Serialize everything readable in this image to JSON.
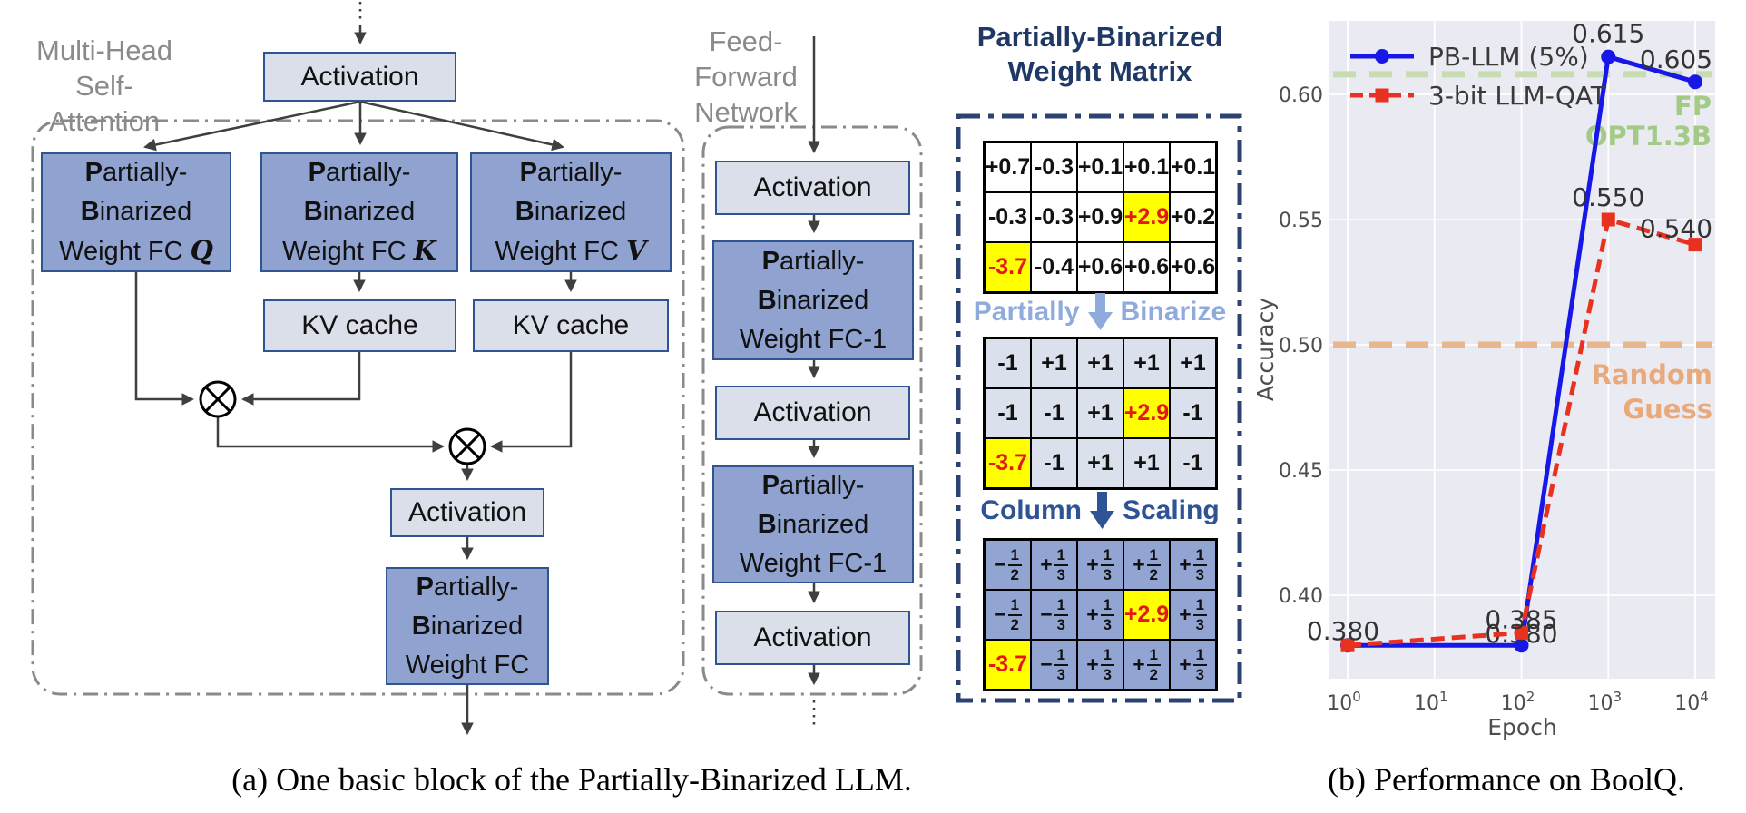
{
  "figure": {
    "caption_a": "(a) One basic block of the Partially-Binarized LLM.",
    "caption_b": "(b) Performance on BoolQ."
  },
  "attention": {
    "section_label": "Multi-Head\nSelf-Attention",
    "activation_top": "Activation",
    "fc_q": {
      "line1": "Partially-",
      "line2": "Binarized",
      "line3": "Weight FC",
      "suffix": "Q"
    },
    "fc_k": {
      "line1": "Partially-",
      "line2": "Binarized",
      "line3": "Weight FC",
      "suffix": "K"
    },
    "fc_v": {
      "line1": "Partially-",
      "line2": "Binarized",
      "line3": "Weight FC",
      "suffix": "V"
    },
    "kv_cache_k": "KV cache",
    "kv_cache_v": "KV cache",
    "activation_mid": "Activation",
    "fc_out": {
      "line1": "Partially-",
      "line2": "Binarized",
      "line3": "Weight FC",
      "suffix": ""
    }
  },
  "ffn": {
    "section_label": "Feed-\nForward\nNetwork",
    "activation1": "Activation",
    "fc1a": {
      "line1": "Partially-",
      "line2": "Binarized",
      "line3": "Weight FC-1"
    },
    "activation2": "Activation",
    "fc1b": {
      "line1": "Partially-",
      "line2": "Binarized",
      "line3": "Weight FC-1"
    },
    "activation3": "Activation"
  },
  "matrix_panel": {
    "title": "Partially-Binarized\nWeight Matrix",
    "step1_label": {
      "left": "Partially",
      "right": "Binarize"
    },
    "step2_label": {
      "left": "Column",
      "right": "Scaling"
    },
    "highlight_bg": "#ffff00",
    "highlight_text": "#e31818",
    "matrices": [
      {
        "id": "full-precision",
        "cell_bg": "#ffffff",
        "cells": [
          [
            "+0.7",
            "-0.3",
            "+0.1",
            "+0.1",
            "+0.1"
          ],
          [
            "-0.3",
            "-0.3",
            "+0.9",
            "+2.9",
            "+0.2"
          ],
          [
            "-3.7",
            "-0.4",
            "+0.6",
            "+0.6",
            "+0.6"
          ]
        ],
        "highlights": [
          [
            1,
            3
          ],
          [
            2,
            0
          ]
        ]
      },
      {
        "id": "binarized",
        "cell_bg": "#dbe0ed",
        "cells": [
          [
            "-1",
            "+1",
            "+1",
            "+1",
            "+1"
          ],
          [
            "-1",
            "-1",
            "+1",
            "+2.9",
            "-1"
          ],
          [
            "-3.7",
            "-1",
            "+1",
            "+1",
            "-1"
          ]
        ],
        "highlights": [
          [
            1,
            3
          ],
          [
            2,
            0
          ]
        ]
      },
      {
        "id": "column-scaled",
        "cell_bg": "#92a4d2",
        "cells": [
          [
            "-1/2",
            "+1/3",
            "+1/3",
            "+1/2",
            "+1/3"
          ],
          [
            "-1/2",
            "-1/3",
            "+1/3",
            "+2.9",
            "+1/3"
          ],
          [
            "-3.7",
            "-1/3",
            "+1/3",
            "+1/2",
            "+1/3"
          ]
        ],
        "highlights": [
          [
            1,
            3
          ],
          [
            2,
            0
          ]
        ]
      }
    ]
  },
  "chart_data": {
    "type": "line",
    "xlabel": "Epoch",
    "ylabel": "Accuracy",
    "x_scale": "log",
    "x_tick_exponents": [
      0,
      1,
      2,
      3,
      4
    ],
    "y_ticks": [
      0.4,
      0.45,
      0.5,
      0.55,
      0.6
    ],
    "ylim": [
      0.367,
      0.629
    ],
    "grid": true,
    "plot_bg": "#eaeaf2",
    "legend_position": "upper left",
    "series": [
      {
        "name": "PB-LLM (5%)",
        "color": "#1717e8",
        "style": "solid",
        "marker": "circle",
        "x": [
          1,
          100,
          1000,
          10000
        ],
        "y": [
          0.38,
          0.38,
          0.615,
          0.605
        ],
        "labels": [
          "",
          "0.380",
          "0.615",
          "0.605"
        ]
      },
      {
        "name": "3-bit LLM-QAT",
        "color": "#e8311f",
        "style": "dashed",
        "marker": "square",
        "x": [
          1,
          100,
          1000,
          10000
        ],
        "y": [
          0.38,
          0.385,
          0.55,
          0.54
        ],
        "labels": [
          "0.380",
          "0.385",
          "0.550",
          "0.540"
        ]
      }
    ],
    "reference_lines": [
      {
        "label": "FP\nOPT1.3B",
        "value": 0.608,
        "line_color": "#c7dcb0",
        "text_color": "#a3cb87"
      },
      {
        "label": "Random\nGuess",
        "value": 0.5,
        "line_color": "#eab68c",
        "text_color": "#e9a97b"
      }
    ]
  }
}
